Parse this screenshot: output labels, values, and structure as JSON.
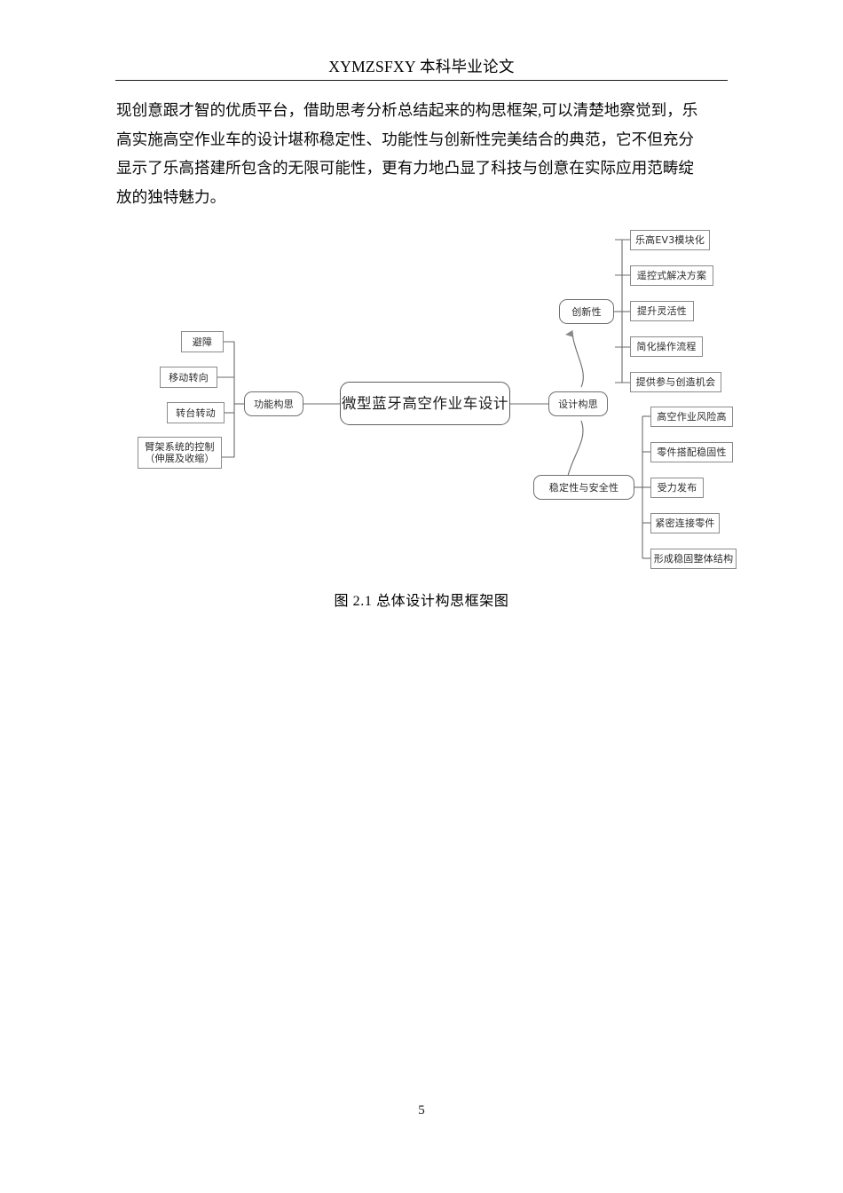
{
  "header": {
    "title": "XYMZSFXY 本科毕业论文"
  },
  "body": {
    "paragraph_lines": [
      "现创意跟才智的优质平台，借助思考分析总结起来的构思框架,可以清楚地察觉到，乐",
      "高实施高空作业车的设计堪称稳定性、功能性与创新性完美结合的典范，它不但充分",
      "显示了乐高搭建所包含的无限可能性，更有力地凸显了科技与创意在实际应用范畴绽",
      "放的独特魅力。"
    ],
    "paragraph_full": "现创意跟才智的优质平台，借助思考分析总结起来的构思框架,可以清楚地察觉到，乐高实施高空作业车的设计堪称稳定性、功能性与创新性完美结合的典范，它不但充分显示了乐高搭建所包含的无限可能性，更有力地凸显了科技与创意在实际应用范畴绽放的独特魅力。"
  },
  "figure": {
    "caption": "图 2.1  总体设计构思框架图",
    "center_node": "微型蓝牙高空作业车设计",
    "branches": {
      "functional": {
        "label": "功能构思",
        "items": [
          "避障",
          "移动转向",
          "转台转动",
          "臂架系统的控制\n（伸展及收缩）"
        ],
        "item_line1": "臂架系统的控制",
        "item_line2": "（伸展及收缩）"
      },
      "design": {
        "label": "设计构思",
        "subnodes": [
          {
            "label": "创新性",
            "items": [
              "乐高EV3模块化",
              "遥控式解决方案",
              "提升灵活性",
              "简化操作流程",
              "提供参与创造机会"
            ]
          },
          {
            "label": "稳定性与安全性",
            "items": [
              "高空作业风险高",
              "零件搭配稳固性",
              "受力发布",
              "紧密连接零件",
              "形成稳固整体结构"
            ]
          }
        ]
      }
    },
    "colors": {
      "box_stroke": "#8b8b8b",
      "rounded_stroke": "#6f6f6f",
      "connector": "#6b6b6b",
      "text": "#2b2b2b"
    }
  },
  "footer": {
    "page_number": "5"
  }
}
